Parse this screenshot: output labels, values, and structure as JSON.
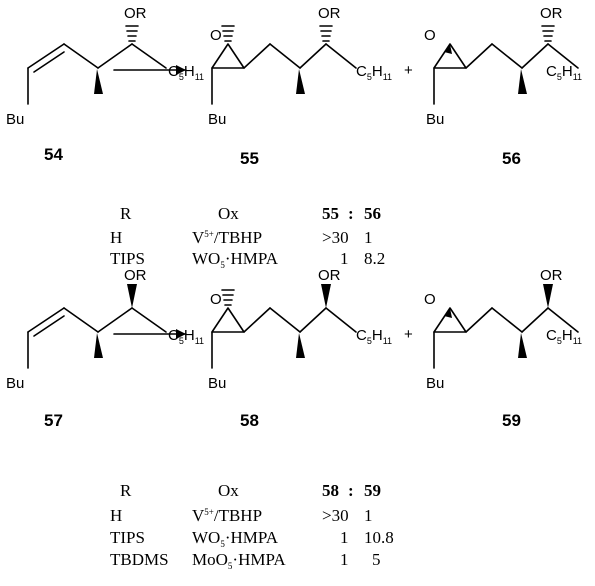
{
  "labels": {
    "OR": "OR",
    "O": "O",
    "C5H11_main": "C",
    "C5H11_sub": "5",
    "C5H11_h": "H",
    "C5H11_sub2": "11",
    "Bu": "Bu",
    "plus": "+"
  },
  "compounds": {
    "c54": "54",
    "c55": "55",
    "c56": "56",
    "c57": "57",
    "c58": "58",
    "c59": "59"
  },
  "table1": {
    "headers": {
      "r": "R",
      "ox": "Ox",
      "left": "55",
      "colon": ":",
      "right": "56"
    },
    "rows": [
      {
        "r": "H",
        "ox_main": "V",
        "ox_sup": "5+",
        "ox_rest": "/TBHP",
        "a": ">30",
        "b": "1"
      },
      {
        "r": "TIPS",
        "ox_main": "WO",
        "ox_sub": "5",
        "ox_rest": "·HMPA",
        "a": "1",
        "b": "8.2"
      }
    ]
  },
  "table2": {
    "headers": {
      "r": "R",
      "ox": "Ox",
      "left": "58",
      "colon": ":",
      "right": "59"
    },
    "rows": [
      {
        "r": "H",
        "ox_main": "V",
        "ox_sup": "5+",
        "ox_rest": "/TBHP",
        "a": ">30",
        "b": "1"
      },
      {
        "r": "TIPS",
        "ox_main": "WO",
        "ox_sub": "5",
        "ox_rest": "·HMPA",
        "a": "1",
        "b": "10.8"
      },
      {
        "r": "TBDMS",
        "ox_main": "MoO",
        "ox_sub": "5",
        "ox_rest": "·HMPA",
        "a": "1",
        "b": "5"
      }
    ]
  }
}
